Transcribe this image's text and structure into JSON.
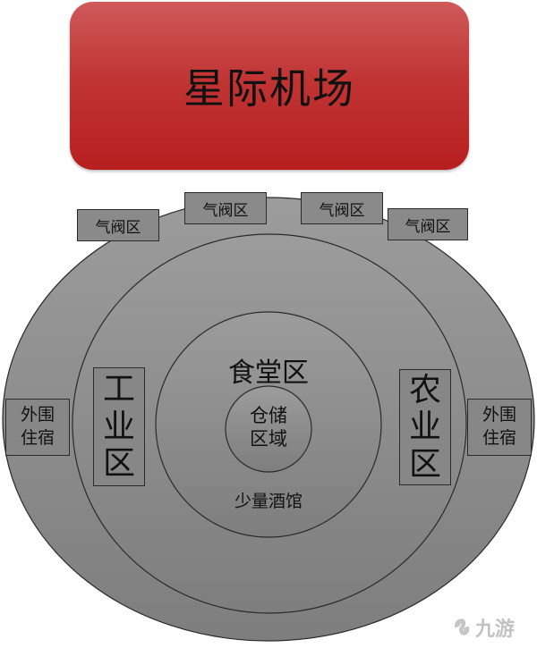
{
  "title": {
    "text": "星际机场",
    "color": "#c12a2a"
  },
  "valves": [
    {
      "label": "气阀区"
    },
    {
      "label": "气阀区"
    },
    {
      "label": "气阀区"
    },
    {
      "label": "气阀区"
    }
  ],
  "zones": {
    "industrial": "工业区",
    "agriculture": "农业区",
    "housing_left": "外围住宿",
    "housing_right": "外围住宿",
    "canteen": "食堂区",
    "storage": "仓储区域",
    "tavern": "少量酒馆"
  },
  "watermark": {
    "text": "九游"
  },
  "colors": {
    "ring_fill": "#8c8c8c",
    "box_fill": "#878787",
    "title_fill": "#c12a2a"
  }
}
